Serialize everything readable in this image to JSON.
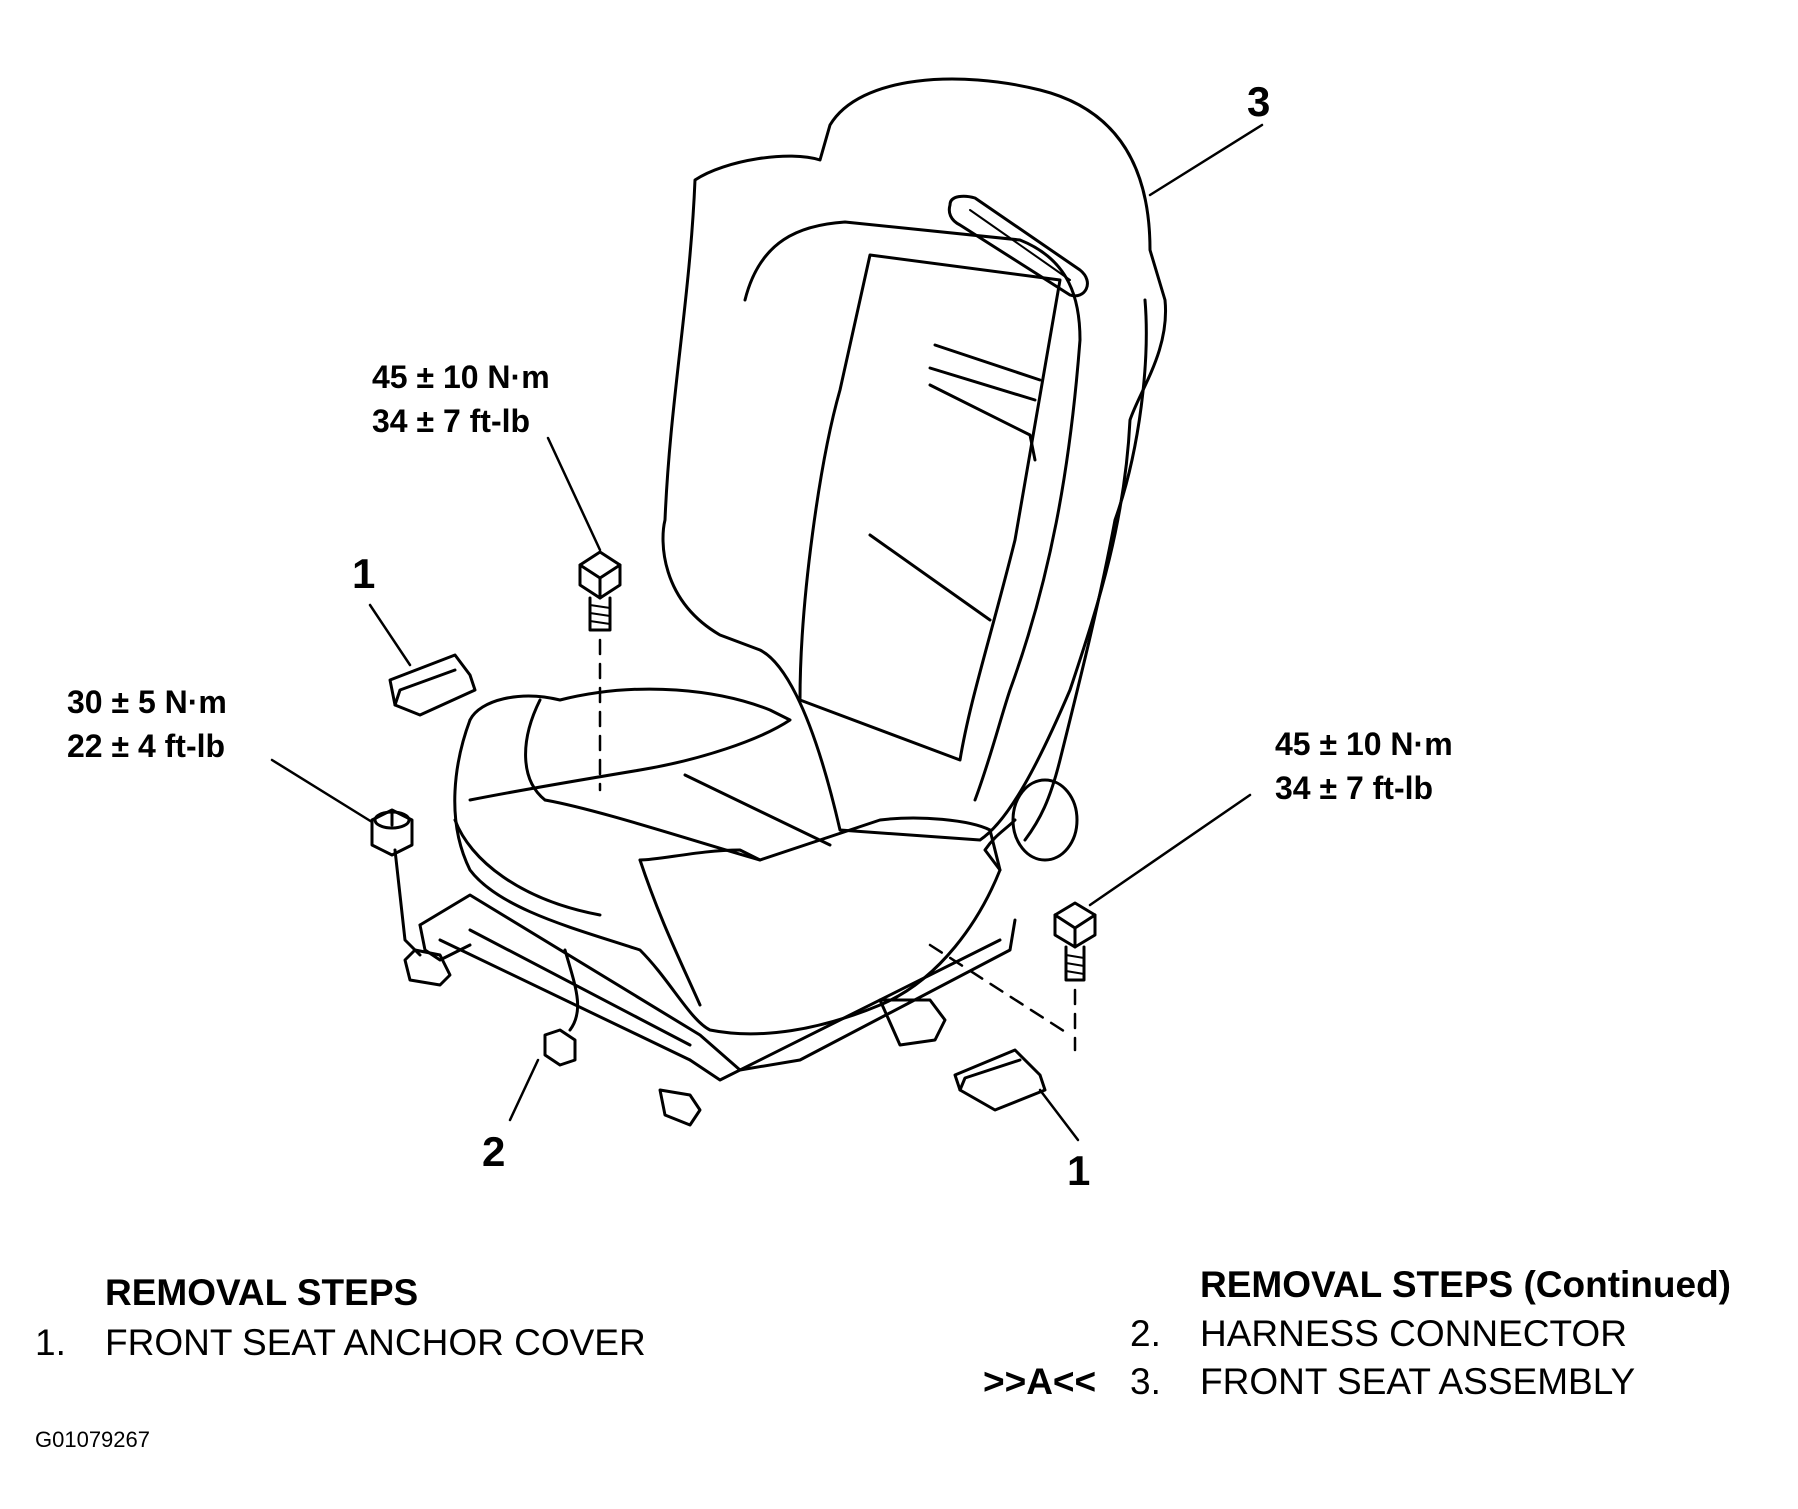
{
  "callouts": {
    "seat_assembly": "3",
    "anchor_cover_left": "1",
    "anchor_cover_right": "1",
    "harness_connector": "2"
  },
  "torque_specs": {
    "rear_inner_bolt": {
      "metric": "45 ± 10 N·m",
      "imperial": "34 ± 7 ft-lb"
    },
    "rear_outer_nut": {
      "metric": "30 ± 5 N·m",
      "imperial": "22 ± 4 ft-lb"
    },
    "front_outer_bolt": {
      "metric": "45 ± 10 N·m",
      "imperial": "34 ± 7 ft-lb"
    }
  },
  "removal_steps": {
    "heading": "REMOVAL STEPS",
    "items": [
      {
        "number": "1.",
        "label": "FRONT SEAT ANCHOR COVER"
      }
    ]
  },
  "removal_steps_continued": {
    "heading": "REMOVAL STEPS (Continued)",
    "items": [
      {
        "marker": "",
        "number": "2.",
        "label": "HARNESS CONNECTOR"
      },
      {
        "marker": ">>A<<",
        "number": "3.",
        "label": "FRONT SEAT ASSEMBLY"
      }
    ]
  },
  "figure_code": "G01079267"
}
